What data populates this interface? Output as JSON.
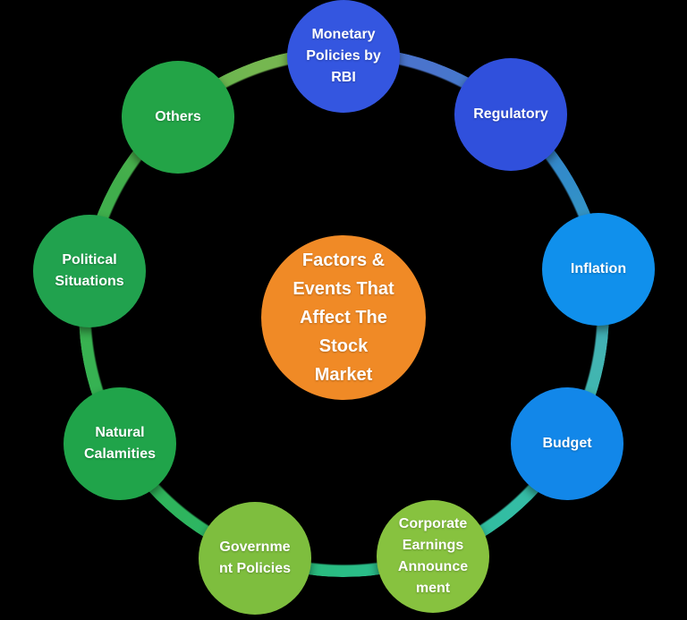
{
  "diagram": {
    "background_color": "#000000",
    "text_color": "#FFFFFF",
    "center": {
      "label": "Factors &\nEvents That\nAffect The\nStock\nMarket",
      "color": "#F08A26"
    },
    "nodes": [
      {
        "id": "monetary-policies-by-rbi",
        "label": "Monetary\nPolicies by\nRBI",
        "color": "#3456E0"
      },
      {
        "id": "regulatory",
        "label": "Regulatory",
        "color": "#3050DC"
      },
      {
        "id": "inflation",
        "label": "Inflation",
        "color": "#1090EC"
      },
      {
        "id": "budget",
        "label": "Budget",
        "color": "#1287E9"
      },
      {
        "id": "corporate-earnings-announcement",
        "label": "Corporate\nEarnings\nAnnounce\nment",
        "color": "#87C23F"
      },
      {
        "id": "government-policies",
        "label": "Governme\nnt Policies",
        "color": "#7EBE3E"
      },
      {
        "id": "natural-calamities",
        "label": "Natural\nCalamities",
        "color": "#20A44A"
      },
      {
        "id": "political-situations",
        "label": "Political\nSituations",
        "color": "#21A24E"
      },
      {
        "id": "others",
        "label": "Others",
        "color": "#23A447"
      }
    ],
    "ring_segment_colors": [
      "#4A74CC",
      "#318CC9",
      "#43B4B2",
      "#33BDA4",
      "#29BD85",
      "#2EB45C",
      "#38B251",
      "#41AE4B",
      "#75B750"
    ]
  }
}
